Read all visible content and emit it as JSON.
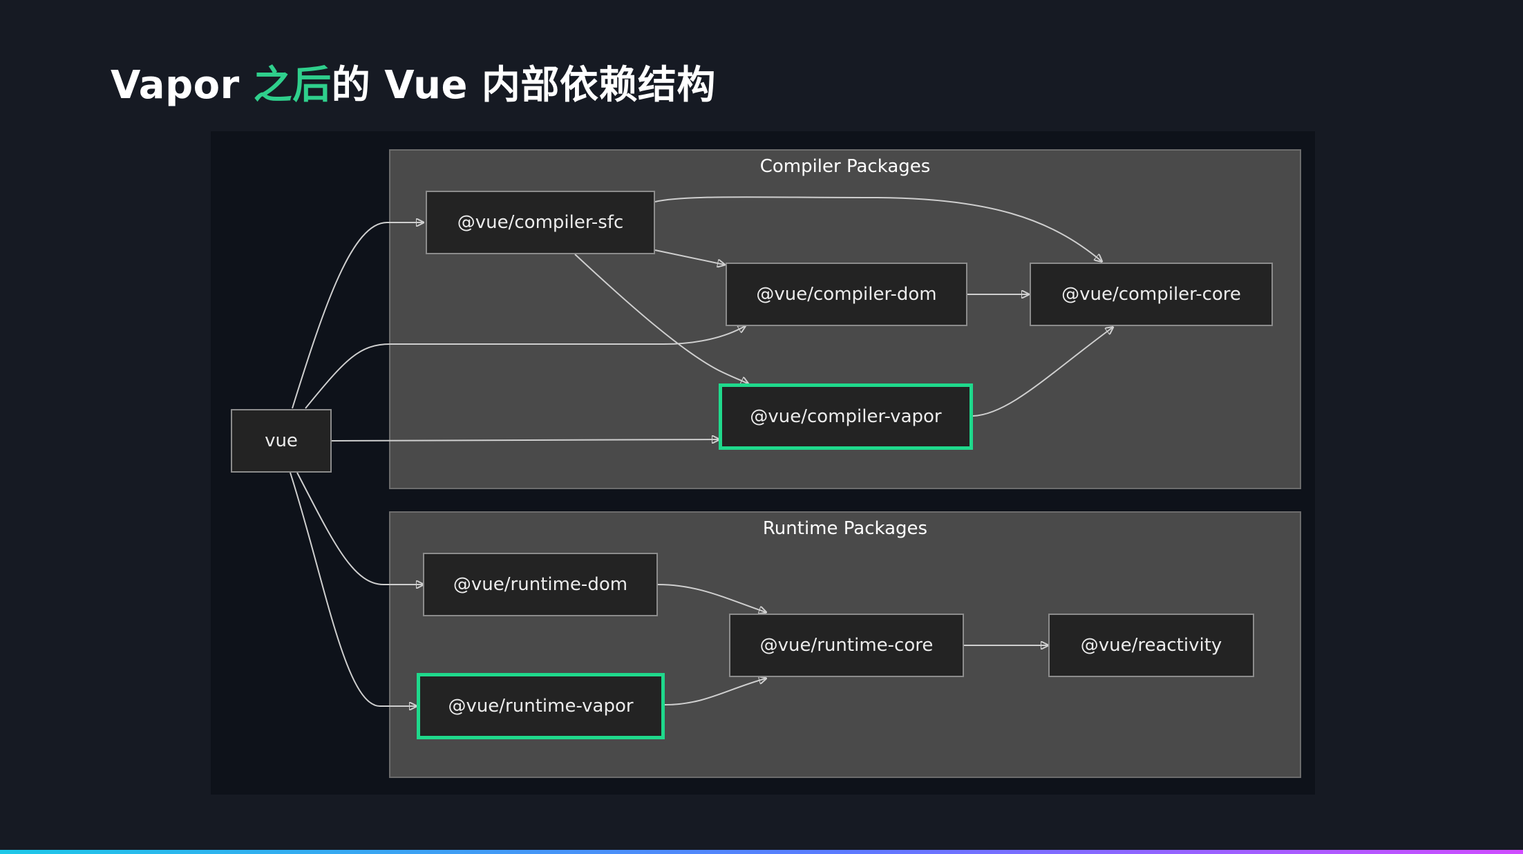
{
  "title": {
    "part1": "Vapor ",
    "accent": "之后",
    "part2": "的 Vue 内部依赖结构"
  },
  "groups": {
    "compiler": "Compiler Packages",
    "runtime": "Runtime Packages"
  },
  "nodes": {
    "vue": "vue",
    "compiler_sfc": "@vue/compiler-sfc",
    "compiler_dom": "@vue/compiler-dom",
    "compiler_core": "@vue/compiler-core",
    "compiler_vapor": "@vue/compiler-vapor",
    "runtime_dom": "@vue/runtime-dom",
    "runtime_core": "@vue/runtime-core",
    "reactivity": "@vue/reactivity",
    "runtime_vapor": "@vue/runtime-vapor"
  },
  "colors": {
    "accent": "#2fcf8c",
    "highlight_border": "#1fd98c",
    "background": "#161a23",
    "group_fill": "#4a4a4a",
    "node_fill": "#232323"
  },
  "highlighted_nodes": [
    "compiler_vapor",
    "runtime_vapor"
  ],
  "edges": [
    [
      "vue",
      "compiler_sfc"
    ],
    [
      "vue",
      "compiler_dom"
    ],
    [
      "vue",
      "compiler_vapor"
    ],
    [
      "vue",
      "runtime_dom"
    ],
    [
      "vue",
      "runtime_vapor"
    ],
    [
      "compiler_sfc",
      "compiler_core"
    ],
    [
      "compiler_sfc",
      "compiler_dom"
    ],
    [
      "compiler_sfc",
      "compiler_vapor"
    ],
    [
      "compiler_dom",
      "compiler_core"
    ],
    [
      "compiler_vapor",
      "compiler_core"
    ],
    [
      "runtime_dom",
      "runtime_core"
    ],
    [
      "runtime_vapor",
      "runtime_core"
    ],
    [
      "runtime_core",
      "reactivity"
    ]
  ]
}
